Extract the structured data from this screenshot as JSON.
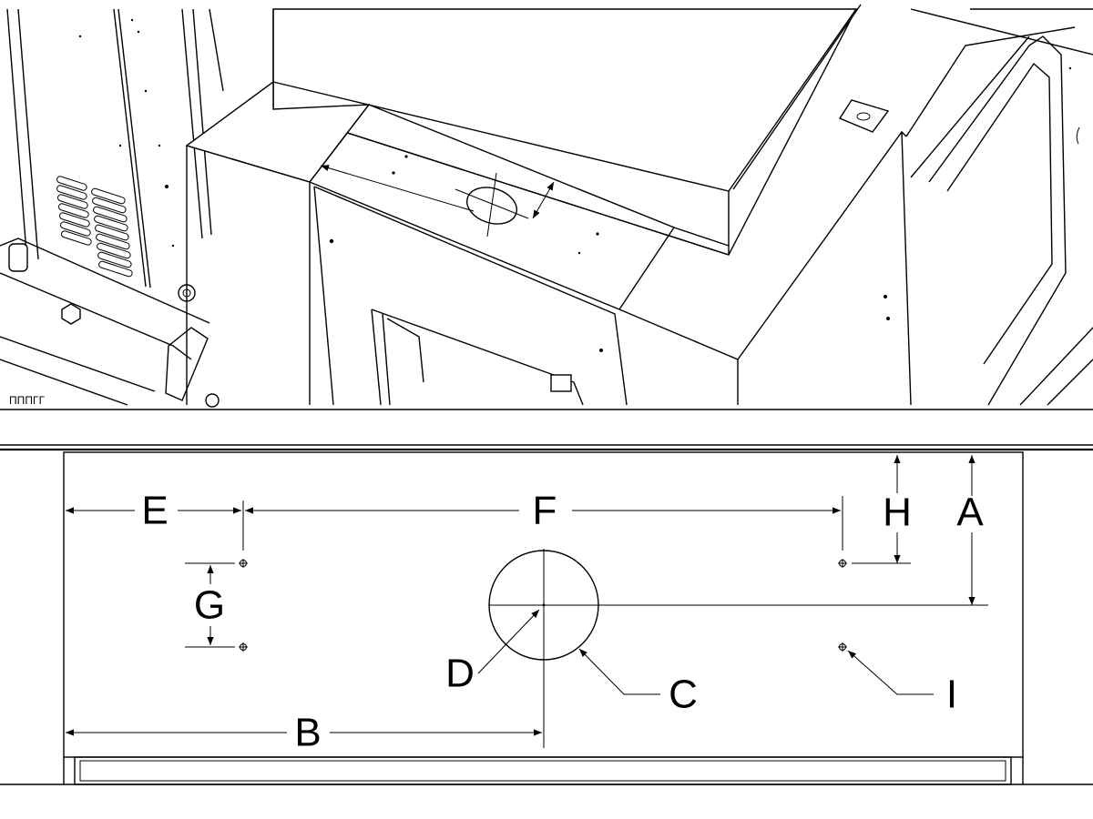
{
  "labels": {
    "A": "A",
    "B": "B",
    "C": "C",
    "D": "D",
    "E": "E",
    "F": "F",
    "G": "G",
    "H": "H",
    "I": "I"
  },
  "colors": {
    "background": "#ffffff",
    "line": "#000000"
  },
  "icons": {
    "hole_marker": "crosshair-circle",
    "dimension_arrow": "arrowhead"
  }
}
